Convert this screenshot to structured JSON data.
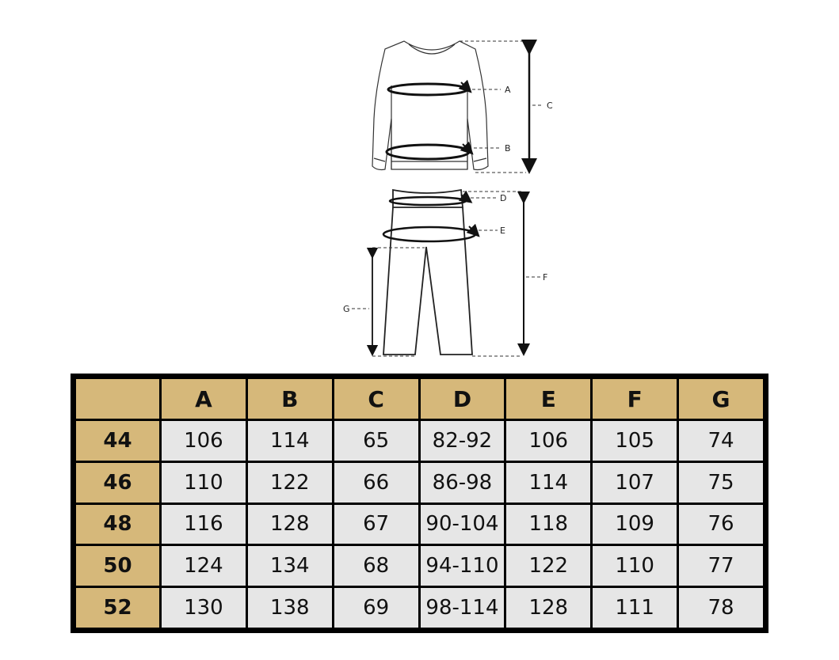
{
  "diagram": {
    "labels": {
      "A": "A",
      "B": "B",
      "C": "C",
      "D": "D",
      "E": "E",
      "F": "F",
      "G": "G"
    }
  },
  "table": {
    "corner": "",
    "columns": [
      "A",
      "B",
      "C",
      "D",
      "E",
      "F",
      "G"
    ],
    "rows": [
      {
        "size": "44",
        "values": [
          "106",
          "114",
          "65",
          "82-92",
          "106",
          "105",
          "74"
        ]
      },
      {
        "size": "46",
        "values": [
          "110",
          "122",
          "66",
          "86-98",
          "114",
          "107",
          "75"
        ]
      },
      {
        "size": "48",
        "values": [
          "116",
          "128",
          "67",
          "90-104",
          "118",
          "109",
          "76"
        ]
      },
      {
        "size": "50",
        "values": [
          "124",
          "134",
          "68",
          "94-110",
          "122",
          "110",
          "77"
        ]
      },
      {
        "size": "52",
        "values": [
          "130",
          "138",
          "69",
          "98-114",
          "128",
          "111",
          "78"
        ]
      }
    ]
  },
  "colors": {
    "header_bg": "#d6b87a",
    "cell_bg": "#e6e6e6",
    "border": "#000000"
  }
}
